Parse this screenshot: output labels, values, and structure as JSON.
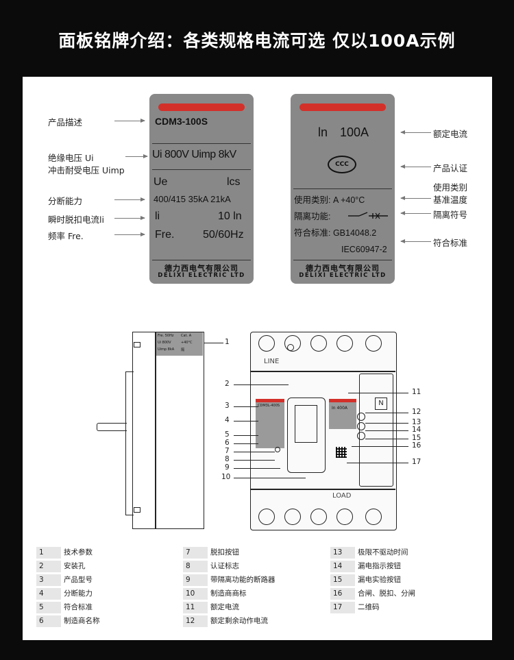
{
  "page": {
    "title": "面板铭牌介绍：各类规格电流可选 仅以100A示例"
  },
  "left_labels": {
    "product_desc": "产品描述",
    "insulation_voltage": "绝缘电压 Ui",
    "impulse_voltage": "冲击耐受电压 Uimp",
    "breaking_capacity": "分断能力",
    "instant_trip": "瞬时脱扣电流li",
    "frequency": "频率 Fre."
  },
  "right_labels": {
    "rated_current": "额定电流",
    "certification": "产品认证",
    "category": "使用类别",
    "ref_temp": "基准温度",
    "isolation_symbol": "隔离符号",
    "standard": "符合标准"
  },
  "plate_left": {
    "model": "CDM3-100S",
    "voltage": "Ui 800V Uimp 8kV",
    "ue": "Ue",
    "ics": "lcs",
    "breaking": "400/415 35kA 21kA",
    "li": "li",
    "li_value": "10 ln",
    "fre": "Fre.",
    "fre_value": "50/60Hz",
    "brand_cn": "德力西电气有限公司",
    "brand_en": "DELIXI ELECTRIC LTD"
  },
  "plate_right": {
    "in_label": "ln",
    "in_value": "100A",
    "ccc": "CCC",
    "category": "使用类别:  A   +40°C",
    "isolation": "隔离功能:",
    "standard1": "符合标准:  GB14048.2",
    "standard2": "IEC60947-2",
    "brand_cn": "德力西电气有限公司",
    "brand_en": "DELIXI ELECTRIC LTD"
  },
  "diagram": {
    "side_plate": [
      "Fre. 50Hz",
      "Cat. A",
      "Ui 800V",
      "+40°C",
      "Uimp 8kA",
      "隔"
    ],
    "line_text": "LINE",
    "load_text": "LOAD",
    "in_text": "In 400A",
    "front_model": "CDM3L-400S",
    "numbers": [
      "1",
      "2",
      "3",
      "4",
      "5",
      "6",
      "7",
      "8",
      "9",
      "10",
      "11",
      "12",
      "13",
      "14",
      "15",
      "16",
      "17"
    ]
  },
  "legend": [
    {
      "num": "1",
      "text": "技术参数"
    },
    {
      "num": "2",
      "text": "安装孔"
    },
    {
      "num": "3",
      "text": "产品型号"
    },
    {
      "num": "4",
      "text": "分断能力"
    },
    {
      "num": "5",
      "text": "符合标准"
    },
    {
      "num": "6",
      "text": "制造商名称"
    },
    {
      "num": "7",
      "text": "脱扣按钮"
    },
    {
      "num": "8",
      "text": "认证标志"
    },
    {
      "num": "9",
      "text": "带隔离功能的断路器"
    },
    {
      "num": "10",
      "text": "制造商商标"
    },
    {
      "num": "11",
      "text": "额定电流"
    },
    {
      "num": "12",
      "text": "额定剩余动作电流"
    },
    {
      "num": "13",
      "text": "极限不驱动时间"
    },
    {
      "num": "14",
      "text": "漏电指示按钮"
    },
    {
      "num": "15",
      "text": "漏电实验按钮"
    },
    {
      "num": "16",
      "text": "合闸、脱扣、分闸"
    },
    {
      "num": "17",
      "text": "二维码"
    }
  ]
}
